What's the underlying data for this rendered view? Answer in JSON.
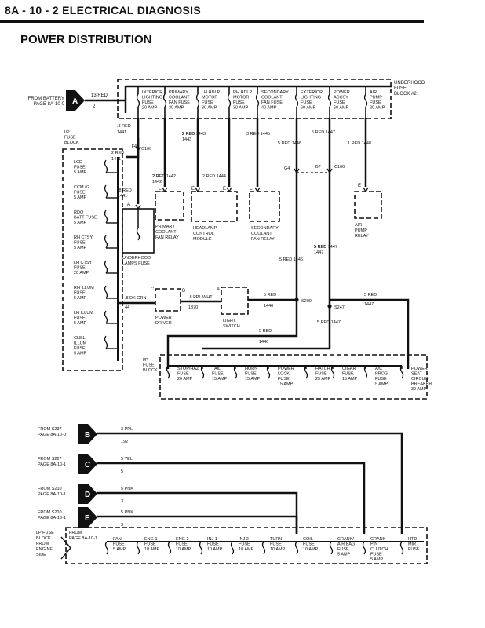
{
  "header": {
    "title": "8A - 10 - 2  ELECTRICAL DIAGNOSIS"
  },
  "section_title": "POWER DISTRIBUTION",
  "battery": {
    "from": "FROM BATTERY",
    "page": "PAGE 8A-10-0",
    "conn": "A",
    "wire": "13 RED",
    "pin": "2"
  },
  "ufb": {
    "title": [
      "UNDERHOOD",
      "FUSE",
      "BLOCK #2"
    ],
    "fuses": [
      {
        "name": [
          "INTERIOR",
          "LIGHTING",
          "FUSE",
          "20 AMP"
        ],
        "wire": [
          ".8 RED",
          "1441"
        ]
      },
      {
        "name": [
          "PRIMARY",
          "COOLANT",
          "FAN FUSE",
          "30 AMP"
        ],
        "wire": [
          "2 RED",
          "1443"
        ]
      },
      {
        "name": [
          "LH HDLP",
          "MOTOR",
          "FUSE",
          "30 AMP"
        ],
        "wire": [
          "",
          ""
        ]
      },
      {
        "name": [
          "RH HDLP",
          "MOTOR",
          "FUSE",
          "30 AMP"
        ],
        "wire": [
          "3 RED",
          "1445"
        ]
      },
      {
        "name": [
          "SECONDARY",
          "COOLANT",
          "FAN FUSE",
          "40 AMP"
        ],
        "wire": [
          "5 RED",
          "1446"
        ]
      },
      {
        "name": [
          "EXTERIOR",
          "LIGHTING",
          "FUSE",
          "60 AMP"
        ],
        "wire": [
          "5 RED",
          "1447"
        ]
      },
      {
        "name": [
          "POWER",
          "ACCSY",
          "FUSE",
          "60 AMP"
        ],
        "wire": [
          "1 RED",
          "1448"
        ]
      },
      {
        "name": [
          "AIR",
          "PUMP",
          "FUSE",
          "20 AMP"
        ],
        "wire": [
          "",
          ""
        ]
      }
    ]
  },
  "ipfb_top": {
    "title": [
      "I/P",
      "FUSE",
      "BLOCK"
    ],
    "f4": "F4",
    "c100": "C100",
    "wire": [
      "2 RED",
      "1441"
    ],
    "fuses": [
      [
        "LCD",
        "FUSE",
        "5 AMP"
      ],
      [
        "CCM #2",
        "FUSE",
        "5 AMP"
      ],
      [
        "RDO",
        "BATT FUSE",
        "5 AMP"
      ],
      [
        "RH CTSY",
        "FUSE",
        "5 AMP"
      ],
      [
        "LH CTSY",
        "FUSE",
        "20 AMP"
      ],
      [
        "RH ILLUM",
        "FUSE",
        "5 AMP"
      ],
      [
        "LH ILLUM",
        "FUSE",
        "5 AMP"
      ],
      [
        "CNSL",
        "ILLUM",
        "FUSE",
        "5 AMP"
      ]
    ]
  },
  "loads": {
    "lamps": {
      "conn": "A",
      "wire": [
        ".8 RED",
        "1441"
      ],
      "name": [
        "UNDERHOOD",
        "LAMPS FUSE"
      ]
    },
    "pcfr": {
      "conn": "E",
      "wire": [
        "2 RED",
        "1442"
      ],
      "name": [
        "PRIMARY",
        "COOLANT",
        "FAN RELAY"
      ]
    },
    "hcm": {
      "conn": "E",
      "wire": [
        "2 RED",
        "1444"
      ],
      "name": [
        "HEADLAMP",
        "CONTROL",
        "MODULE"
      ]
    },
    "scfr": {
      "conn": "E",
      "name": [
        "SECONDARY",
        "COOLANT",
        "FAN RELAY"
      ]
    },
    "apr": {
      "conn": "E",
      "name": [
        "AIR",
        "PUMP",
        "RELAY"
      ]
    },
    "g4": "G4",
    "b7": "B7",
    "c100": "C100",
    "w1446": [
      "5 RED",
      "1446"
    ],
    "w1447": [
      "5 RED",
      "1447"
    ]
  },
  "mid": {
    "dkgrn": [
      ".8 DK GRN",
      "44"
    ],
    "pd": {
      "conn": "C",
      "name": [
        "POWER",
        "DRIVER"
      ],
      "pin": "B"
    },
    "ppl": [
      ".8 PPL/WHT",
      "1370"
    ],
    "ls": {
      "conn": "A",
      "name": [
        "LIGHT",
        "SWITCH"
      ]
    },
    "w1446": [
      "5 RED",
      "1446"
    ],
    "s200": "S200",
    "s247": "S247",
    "w1447r": [
      "5 RED",
      "1447"
    ],
    "w1446b": [
      "5 RED",
      "1446"
    ],
    "w1447b": [
      "5 RED",
      "1447"
    ]
  },
  "ipfb_mid": {
    "title": [
      "I/P",
      "FUSE",
      "BLOCK"
    ],
    "fuses": [
      [
        "STOP/HAZ",
        "FUSE",
        "20 AMP"
      ],
      [
        "TAIL",
        "FUSE",
        "15 AMP"
      ],
      [
        "HORN",
        "FUSE",
        "15 AMP"
      ],
      [
        "POWER",
        "LOCK",
        "FUSE",
        "15 AMP"
      ],
      [
        "HATCH",
        "FUSE",
        "25 AMP"
      ],
      [
        "CIGAR",
        "FUSE",
        "15 AMP"
      ],
      [
        "A/C",
        "PROG",
        "FUSE",
        "5 AMP"
      ],
      [
        "POWER",
        "SEAT",
        "CIRCUIT",
        "BREAKER",
        "30 AMP"
      ]
    ]
  },
  "feeds": [
    {
      "from": "FROM S237",
      "page": "PAGE 8A-10-0",
      "conn": "B",
      "wire": [
        "3 PPL",
        "192"
      ]
    },
    {
      "from": "FROM S227",
      "page": "PAGE 8A-10-1",
      "conn": "C",
      "wire": [
        "5 YEL",
        "5"
      ]
    },
    {
      "from": "FROM S210",
      "page": "PAGE 8A-10-1",
      "conn": "D",
      "wire": [
        "5 PNK",
        "3"
      ]
    },
    {
      "from": "FROM S210",
      "page": "PAGE 8A-10-1",
      "conn": "E",
      "wire": [
        "5 PNK",
        "3"
      ]
    }
  ],
  "ipfb_bot": {
    "title": [
      "I/P FUSE",
      "BLOCK",
      "FROM",
      "ENGINE",
      "SIDE"
    ],
    "from": [
      "FROM",
      "PAGE 8A-10-1"
    ],
    "fuses": [
      [
        "FAN",
        "FUSE",
        "5 AMP"
      ],
      [
        "ENG 1",
        "FUSE",
        "10 AMP"
      ],
      [
        "ENG 2",
        "FUSE",
        "10 AMP"
      ],
      [
        "INJ 1",
        "FUSE",
        "10 AMP"
      ],
      [
        "INJ 2",
        "FUSE",
        "10 AMP"
      ],
      [
        "TURN",
        "FUSE",
        "10 AMP"
      ],
      [
        "COIL",
        "FUSE",
        "10 AMP"
      ],
      [
        "CRANK/",
        "AIR BAG",
        "FUSE",
        "5 AMP"
      ],
      [
        "CRANK",
        "P/N",
        "CLUTCH",
        "FUSE",
        "5 AMP"
      ],
      [
        "HTD",
        "MIR",
        "FUSE"
      ]
    ]
  }
}
